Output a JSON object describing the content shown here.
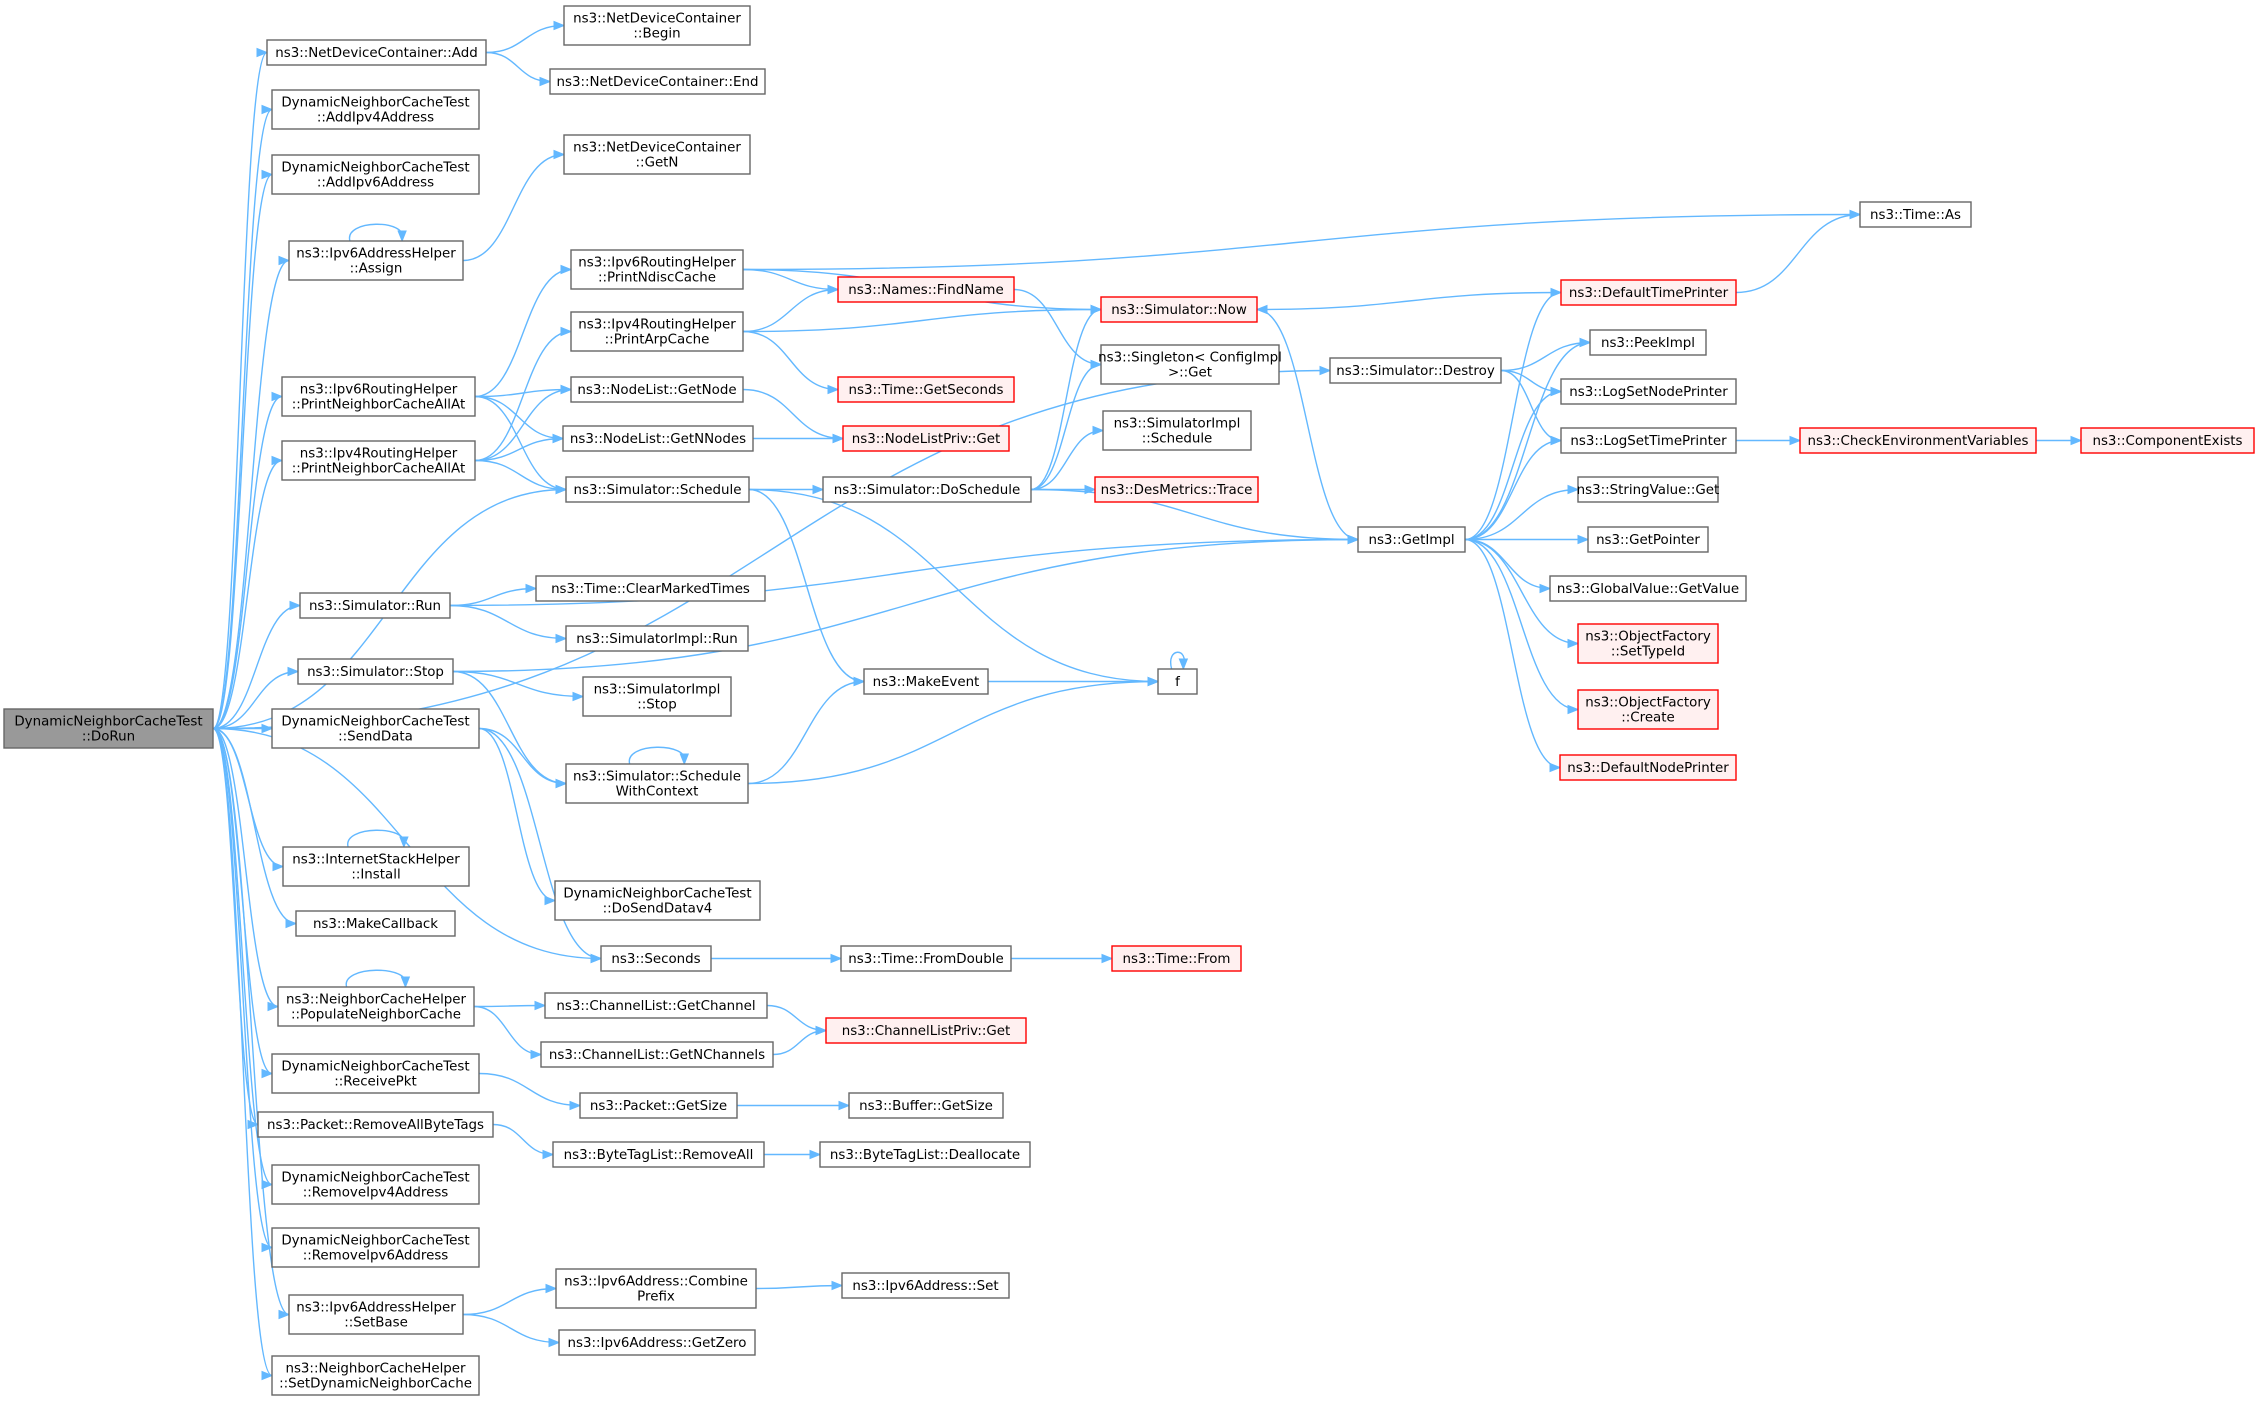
{
  "colors": {
    "edge": "#63b8ff",
    "node_border": "#666666",
    "node_fill": "#ffffff",
    "root_fill": "#999999",
    "root_border": "#666666",
    "truncated_border": "#ff0000",
    "truncated_fill": "#fff0f0",
    "text": "#000000"
  },
  "nodes": [
    {
      "id": "dorun",
      "lines": [
        "DynamicNeighborCacheTest",
        "::DoRun"
      ],
      "style": "root"
    },
    {
      "id": "ndc_add",
      "lines": [
        "ns3::NetDeviceContainer::Add"
      ],
      "style": "normal"
    },
    {
      "id": "addv4",
      "lines": [
        "DynamicNeighborCacheTest",
        "::AddIpv4Address"
      ],
      "style": "normal"
    },
    {
      "id": "addv6",
      "lines": [
        "DynamicNeighborCacheTest",
        "::AddIpv6Address"
      ],
      "style": "normal"
    },
    {
      "id": "assign",
      "lines": [
        "ns3::Ipv6AddressHelper",
        "::Assign"
      ],
      "style": "normal"
    },
    {
      "id": "v6pnca",
      "lines": [
        "ns3::Ipv6RoutingHelper",
        "::PrintNeighborCacheAllAt"
      ],
      "style": "normal"
    },
    {
      "id": "v4pnca",
      "lines": [
        "ns3::Ipv4RoutingHelper",
        "::PrintNeighborCacheAllAt"
      ],
      "style": "normal"
    },
    {
      "id": "sim_run",
      "lines": [
        "ns3::Simulator::Run"
      ],
      "style": "normal"
    },
    {
      "id": "sim_stop",
      "lines": [
        "ns3::Simulator::Stop"
      ],
      "style": "normal"
    },
    {
      "id": "senddata",
      "lines": [
        "DynamicNeighborCacheTest",
        "::SendData"
      ],
      "style": "normal"
    },
    {
      "id": "ish_install",
      "lines": [
        "ns3::InternetStackHelper",
        "::Install"
      ],
      "style": "normal"
    },
    {
      "id": "makecb",
      "lines": [
        "ns3::MakeCallback"
      ],
      "style": "normal"
    },
    {
      "id": "popnc",
      "lines": [
        "ns3::NeighborCacheHelper",
        "::PopulateNeighborCache"
      ],
      "style": "normal"
    },
    {
      "id": "recvpkt",
      "lines": [
        "DynamicNeighborCacheTest",
        "::ReceivePkt"
      ],
      "style": "normal"
    },
    {
      "id": "rmabt",
      "lines": [
        "ns3::Packet::RemoveAllByteTags"
      ],
      "style": "normal"
    },
    {
      "id": "rmv4",
      "lines": [
        "DynamicNeighborCacheTest",
        "::RemoveIpv4Address"
      ],
      "style": "normal"
    },
    {
      "id": "rmv6",
      "lines": [
        "DynamicNeighborCacheTest",
        "::RemoveIpv6Address"
      ],
      "style": "normal"
    },
    {
      "id": "setbase",
      "lines": [
        "ns3::Ipv6AddressHelper",
        "::SetBase"
      ],
      "style": "normal"
    },
    {
      "id": "setdnc",
      "lines": [
        "ns3::NeighborCacheHelper",
        "::SetDynamicNeighborCache"
      ],
      "style": "normal"
    },
    {
      "id": "ndc_begin",
      "lines": [
        "ns3::NetDeviceContainer",
        "::Begin"
      ],
      "style": "normal"
    },
    {
      "id": "ndc_end",
      "lines": [
        "ns3::NetDeviceContainer::End"
      ],
      "style": "normal"
    },
    {
      "id": "ndc_getn",
      "lines": [
        "ns3::NetDeviceContainer",
        "::GetN"
      ],
      "style": "normal"
    },
    {
      "id": "v6pndc",
      "lines": [
        "ns3::Ipv6RoutingHelper",
        "::PrintNdiscCache"
      ],
      "style": "normal"
    },
    {
      "id": "v4parp",
      "lines": [
        "ns3::Ipv4RoutingHelper",
        "::PrintArpCache"
      ],
      "style": "normal"
    },
    {
      "id": "nl_getnode",
      "lines": [
        "ns3::NodeList::GetNode"
      ],
      "style": "normal"
    },
    {
      "id": "nl_getnnodes",
      "lines": [
        "ns3::NodeList::GetNNodes"
      ],
      "style": "normal"
    },
    {
      "id": "sim_schedule",
      "lines": [
        "ns3::Simulator::Schedule"
      ],
      "style": "normal"
    },
    {
      "id": "time_cmt",
      "lines": [
        "ns3::Time::ClearMarkedTimes"
      ],
      "style": "normal"
    },
    {
      "id": "simimpl_run",
      "lines": [
        "ns3::SimulatorImpl::Run"
      ],
      "style": "normal"
    },
    {
      "id": "simimpl_stop",
      "lines": [
        "ns3::SimulatorImpl",
        "::Stop"
      ],
      "style": "normal"
    },
    {
      "id": "sim_swc",
      "lines": [
        "ns3::Simulator::Schedule",
        "WithContext"
      ],
      "style": "normal"
    },
    {
      "id": "dosenddatav4",
      "lines": [
        "DynamicNeighborCacheTest",
        "::DoSendDatav4"
      ],
      "style": "normal"
    },
    {
      "id": "seconds",
      "lines": [
        "ns3::Seconds"
      ],
      "style": "normal"
    },
    {
      "id": "cl_getchannel",
      "lines": [
        "ns3::ChannelList::GetChannel"
      ],
      "style": "normal"
    },
    {
      "id": "cl_getnchannels",
      "lines": [
        "ns3::ChannelList::GetNChannels"
      ],
      "style": "normal"
    },
    {
      "id": "pkt_getsize",
      "lines": [
        "ns3::Packet::GetSize"
      ],
      "style": "normal"
    },
    {
      "id": "btl_removeall",
      "lines": [
        "ns3::ByteTagList::RemoveAll"
      ],
      "style": "normal"
    },
    {
      "id": "v6_combine",
      "lines": [
        "ns3::Ipv6Address::Combine",
        "Prefix"
      ],
      "style": "normal"
    },
    {
      "id": "v6_getzero",
      "lines": [
        "ns3::Ipv6Address::GetZero"
      ],
      "style": "normal"
    },
    {
      "id": "names_find",
      "lines": [
        "ns3::Names::FindName"
      ],
      "style": "truncated"
    },
    {
      "id": "time_getsec",
      "lines": [
        "ns3::Time::GetSeconds"
      ],
      "style": "truncated"
    },
    {
      "id": "nlp_get",
      "lines": [
        "ns3::NodeListPriv::Get"
      ],
      "style": "truncated"
    },
    {
      "id": "sim_doschedule",
      "lines": [
        "ns3::Simulator::DoSchedule"
      ],
      "style": "normal"
    },
    {
      "id": "makeevent",
      "lines": [
        "ns3::MakeEvent"
      ],
      "style": "normal"
    },
    {
      "id": "time_fromdouble",
      "lines": [
        "ns3::Time::FromDouble"
      ],
      "style": "normal"
    },
    {
      "id": "clp_get",
      "lines": [
        "ns3::ChannelListPriv::Get"
      ],
      "style": "truncated"
    },
    {
      "id": "buf_getsize",
      "lines": [
        "ns3::Buffer::GetSize"
      ],
      "style": "normal"
    },
    {
      "id": "btl_dealloc",
      "lines": [
        "ns3::ByteTagList::Deallocate"
      ],
      "style": "normal"
    },
    {
      "id": "v6_set",
      "lines": [
        "ns3::Ipv6Address::Set"
      ],
      "style": "normal"
    },
    {
      "id": "sim_now",
      "lines": [
        "ns3::Simulator::Now"
      ],
      "style": "truncated"
    },
    {
      "id": "singleton",
      "lines": [
        "ns3::Singleton< ConfigImpl",
        ">::Get"
      ],
      "style": "normal"
    },
    {
      "id": "simimpl_sched",
      "lines": [
        "ns3::SimulatorImpl",
        "::Schedule"
      ],
      "style": "normal"
    },
    {
      "id": "desmetrics",
      "lines": [
        "ns3::DesMetrics::Trace"
      ],
      "style": "truncated"
    },
    {
      "id": "f",
      "lines": [
        "f"
      ],
      "style": "normal"
    },
    {
      "id": "time_from",
      "lines": [
        "ns3::Time::From"
      ],
      "style": "truncated"
    },
    {
      "id": "sim_destroy",
      "lines": [
        "ns3::Simulator::Destroy"
      ],
      "style": "normal"
    },
    {
      "id": "getimpl",
      "lines": [
        "ns3::GetImpl"
      ],
      "style": "normal"
    },
    {
      "id": "time_as",
      "lines": [
        "ns3::Time::As"
      ],
      "style": "normal"
    },
    {
      "id": "deftimeprinter",
      "lines": [
        "ns3::DefaultTimePrinter"
      ],
      "style": "truncated"
    },
    {
      "id": "peekimpl",
      "lines": [
        "ns3::PeekImpl"
      ],
      "style": "normal"
    },
    {
      "id": "logsetnode",
      "lines": [
        "ns3::LogSetNodePrinter"
      ],
      "style": "normal"
    },
    {
      "id": "logsettime",
      "lines": [
        "ns3::LogSetTimePrinter"
      ],
      "style": "normal"
    },
    {
      "id": "strval_get",
      "lines": [
        "ns3::StringValue::Get"
      ],
      "style": "normal"
    },
    {
      "id": "getpointer",
      "lines": [
        "ns3::GetPointer"
      ],
      "style": "normal"
    },
    {
      "id": "gv_getvalue",
      "lines": [
        "ns3::GlobalValue::GetValue"
      ],
      "style": "normal"
    },
    {
      "id": "of_settypeid",
      "lines": [
        "ns3::ObjectFactory",
        "::SetTypeId"
      ],
      "style": "truncated"
    },
    {
      "id": "of_create",
      "lines": [
        "ns3::ObjectFactory",
        "::Create"
      ],
      "style": "truncated"
    },
    {
      "id": "defnodeprinter",
      "lines": [
        "ns3::DefaultNodePrinter"
      ],
      "style": "truncated"
    },
    {
      "id": "checkenv",
      "lines": [
        "ns3::CheckEnvironmentVariables"
      ],
      "style": "truncated"
    },
    {
      "id": "compexists",
      "lines": [
        "ns3::ComponentExists"
      ],
      "style": "truncated"
    }
  ],
  "edges": [
    [
      "dorun",
      "ndc_add"
    ],
    [
      "dorun",
      "addv4"
    ],
    [
      "dorun",
      "addv6"
    ],
    [
      "dorun",
      "assign"
    ],
    [
      "dorun",
      "sim_destroy"
    ],
    [
      "dorun",
      "v6pnca"
    ],
    [
      "dorun",
      "v4pnca"
    ],
    [
      "dorun",
      "sim_schedule"
    ],
    [
      "dorun",
      "sim_run"
    ],
    [
      "dorun",
      "sim_stop"
    ],
    [
      "dorun",
      "senddata"
    ],
    [
      "dorun",
      "seconds"
    ],
    [
      "dorun",
      "ish_install"
    ],
    [
      "dorun",
      "makecb"
    ],
    [
      "dorun",
      "popnc"
    ],
    [
      "dorun",
      "recvpkt"
    ],
    [
      "dorun",
      "rmabt"
    ],
    [
      "dorun",
      "rmv4"
    ],
    [
      "dorun",
      "rmv6"
    ],
    [
      "dorun",
      "setbase"
    ],
    [
      "dorun",
      "setdnc"
    ],
    [
      "ndc_add",
      "ndc_begin"
    ],
    [
      "ndc_add",
      "ndc_end"
    ],
    [
      "assign",
      "ndc_getn"
    ],
    [
      "assign",
      "assign"
    ],
    [
      "v6pnca",
      "v6pndc"
    ],
    [
      "v6pnca",
      "nl_getnode"
    ],
    [
      "v6pnca",
      "nl_getnnodes"
    ],
    [
      "v6pnca",
      "sim_schedule"
    ],
    [
      "v4pnca",
      "v4parp"
    ],
    [
      "v4pnca",
      "nl_getnode"
    ],
    [
      "v4pnca",
      "nl_getnnodes"
    ],
    [
      "v4pnca",
      "sim_schedule"
    ],
    [
      "v6pndc",
      "time_as"
    ],
    [
      "v6pndc",
      "names_find"
    ],
    [
      "v6pndc",
      "sim_now"
    ],
    [
      "v4parp",
      "names_find"
    ],
    [
      "v4parp",
      "sim_now"
    ],
    [
      "v4parp",
      "time_getsec"
    ],
    [
      "nl_getnode",
      "nlp_get"
    ],
    [
      "nl_getnnodes",
      "nlp_get"
    ],
    [
      "sim_schedule",
      "sim_doschedule"
    ],
    [
      "sim_schedule",
      "makeevent"
    ],
    [
      "sim_schedule",
      "f"
    ],
    [
      "sim_run",
      "getimpl"
    ],
    [
      "sim_run",
      "time_cmt"
    ],
    [
      "sim_run",
      "simimpl_run"
    ],
    [
      "sim_stop",
      "simimpl_stop"
    ],
    [
      "sim_stop",
      "sim_swc"
    ],
    [
      "sim_stop",
      "getimpl"
    ],
    [
      "senddata",
      "sim_swc"
    ],
    [
      "senddata",
      "dosenddatav4"
    ],
    [
      "senddata",
      "seconds"
    ],
    [
      "ish_install",
      "ish_install"
    ],
    [
      "popnc",
      "popnc"
    ],
    [
      "popnc",
      "cl_getchannel"
    ],
    [
      "popnc",
      "cl_getnchannels"
    ],
    [
      "recvpkt",
      "pkt_getsize"
    ],
    [
      "rmabt",
      "btl_removeall"
    ],
    [
      "setbase",
      "v6_combine"
    ],
    [
      "setbase",
      "v6_getzero"
    ],
    [
      "names_find",
      "singleton"
    ],
    [
      "sim_doschedule",
      "sim_now"
    ],
    [
      "sim_doschedule",
      "singleton"
    ],
    [
      "sim_doschedule",
      "simimpl_sched"
    ],
    [
      "sim_doschedule",
      "desmetrics"
    ],
    [
      "sim_doschedule",
      "getimpl"
    ],
    [
      "sim_swc",
      "sim_swc"
    ],
    [
      "sim_swc",
      "makeevent"
    ],
    [
      "sim_swc",
      "f"
    ],
    [
      "makeevent",
      "f"
    ],
    [
      "f",
      "f"
    ],
    [
      "seconds",
      "time_fromdouble"
    ],
    [
      "time_fromdouble",
      "time_from"
    ],
    [
      "cl_getchannel",
      "clp_get"
    ],
    [
      "cl_getnchannels",
      "clp_get"
    ],
    [
      "pkt_getsize",
      "buf_getsize"
    ],
    [
      "btl_removeall",
      "btl_dealloc"
    ],
    [
      "v6_combine",
      "v6_set"
    ],
    [
      "sim_now",
      "getimpl"
    ],
    [
      "sim_destroy",
      "peekimpl"
    ],
    [
      "sim_destroy",
      "logsetnode"
    ],
    [
      "sim_destroy",
      "logsettime"
    ],
    [
      "getimpl",
      "deftimeprinter"
    ],
    [
      "getimpl",
      "peekimpl"
    ],
    [
      "getimpl",
      "logsetnode"
    ],
    [
      "getimpl",
      "logsettime"
    ],
    [
      "getimpl",
      "strval_get"
    ],
    [
      "getimpl",
      "getpointer"
    ],
    [
      "getimpl",
      "gv_getvalue"
    ],
    [
      "getimpl",
      "of_settypeid"
    ],
    [
      "getimpl",
      "of_create"
    ],
    [
      "getimpl",
      "defnodeprinter"
    ],
    [
      "deftimeprinter",
      "sim_now"
    ],
    [
      "deftimeprinter",
      "time_as"
    ],
    [
      "logsettime",
      "checkenv"
    ],
    [
      "checkenv",
      "compexists"
    ]
  ]
}
